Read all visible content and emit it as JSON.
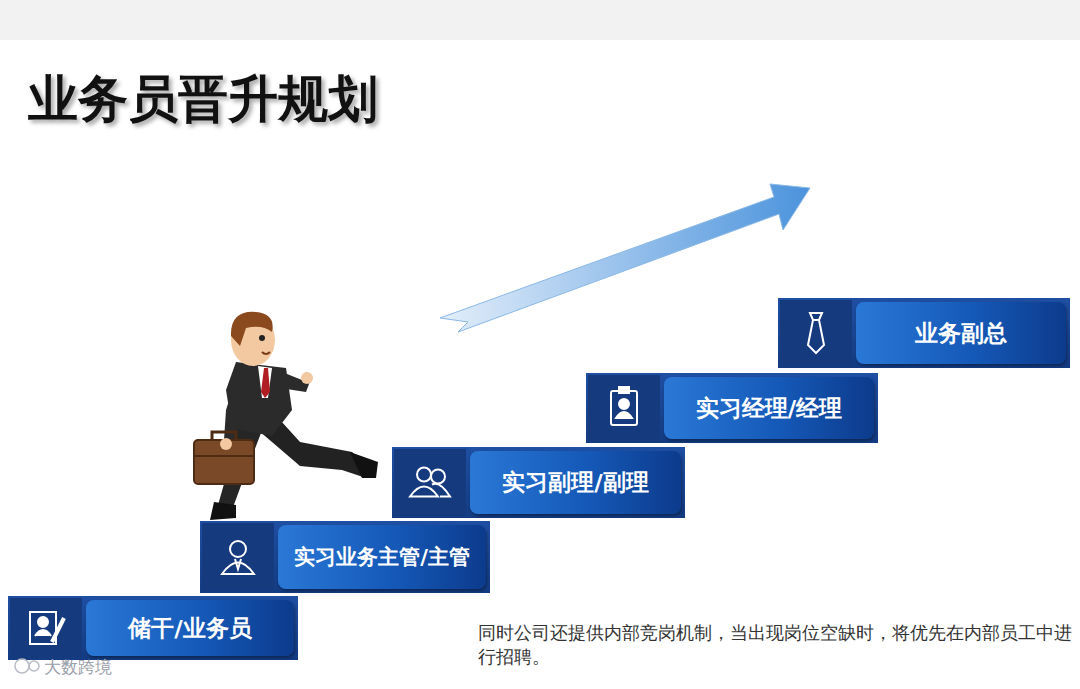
{
  "diagram": {
    "title": "业务员晋升规划",
    "nodes": [
      {
        "text": [
          "储干/业务员"
        ]
      },
      {
        "text": [
          "实习业务主管/主管"
        ]
      },
      {
        "text": [
          "实习副理/副理"
        ]
      },
      {
        "text": [
          "实习经理/经理"
        ]
      },
      {
        "text": [
          "业务副总"
        ]
      }
    ],
    "edges": [],
    "labels": [
      "同时公司还提供内部竞岗机制，当出现岗位空缺时，将优先在内部员工中进行招聘。",
      "大数跨境"
    ]
  }
}
